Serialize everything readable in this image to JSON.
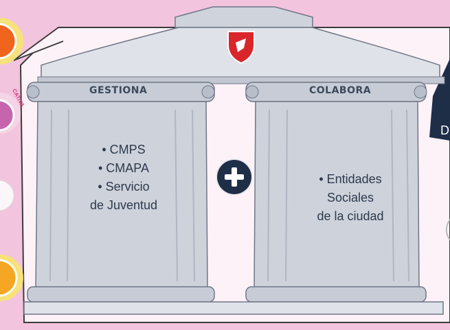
{
  "gestiona": {
    "heading": "GESTIONA",
    "items": [
      "• CMPS",
      "• CMAPA",
      "• Servicio",
      "de Juventud"
    ]
  },
  "colabora": {
    "heading": "COLABORA",
    "items": [
      "• Entidades",
      "Sociales",
      "de la ciudad"
    ]
  },
  "side_label": "CATIVA",
  "right_letter": "D",
  "icons": {
    "emblem": "city-shield-icon",
    "join": "plus-icon"
  },
  "colors": {
    "background": "#f3c4de",
    "navy": "#1f2e47",
    "stone": "#cfd3dc",
    "stone_dark": "#a8aebc",
    "emblem_red": "#d9262b",
    "orange": "#f39220"
  }
}
